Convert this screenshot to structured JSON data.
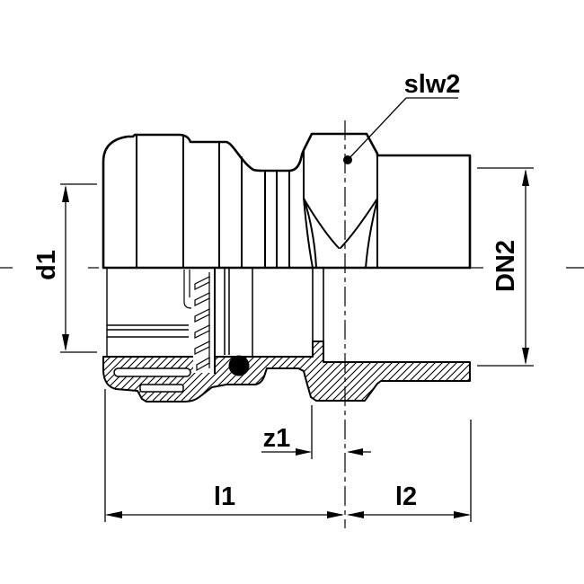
{
  "labels": {
    "slw2": "slw2",
    "d1": "d1",
    "dn2": "DN2",
    "z1": "z1",
    "l1": "l1",
    "l2": "l2"
  },
  "colors": {
    "line": "#000000",
    "background": "#ffffff"
  }
}
